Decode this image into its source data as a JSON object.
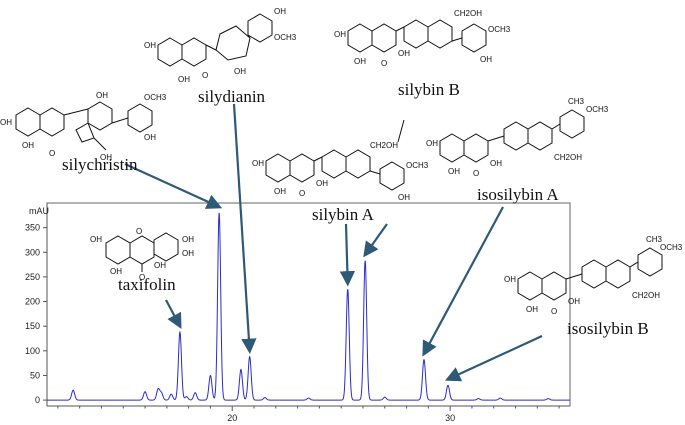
{
  "chart_data": {
    "type": "line",
    "title": "",
    "xlabel": "",
    "ylabel": "mAU",
    "x_ticks": [
      20,
      30
    ],
    "y_ticks": [
      0,
      50,
      100,
      150,
      200,
      250,
      300,
      350
    ],
    "xlim": [
      11.5,
      35.5
    ],
    "ylim": [
      -12,
      400
    ],
    "grid": false,
    "series": [
      {
        "color": "#2b2bcc",
        "peaks": [
          {
            "rt": 12.7,
            "height": 20
          },
          {
            "rt": 16.0,
            "height": 17
          },
          {
            "rt": 16.6,
            "height": 22
          },
          {
            "rt": 16.75,
            "height": 14
          },
          {
            "rt": 17.2,
            "height": 12
          },
          {
            "rt": 17.6,
            "height": 138
          },
          {
            "rt": 17.9,
            "height": 7
          },
          {
            "rt": 18.3,
            "height": 15
          },
          {
            "rt": 19.0,
            "height": 50
          },
          {
            "rt": 19.4,
            "height": 380
          },
          {
            "rt": 20.4,
            "height": 62
          },
          {
            "rt": 20.8,
            "height": 88
          },
          {
            "rt": 21.5,
            "height": 5
          },
          {
            "rt": 23.5,
            "height": 4
          },
          {
            "rt": 25.3,
            "height": 225
          },
          {
            "rt": 26.1,
            "height": 283
          },
          {
            "rt": 27.0,
            "height": 6
          },
          {
            "rt": 28.8,
            "height": 82
          },
          {
            "rt": 29.9,
            "height": 30
          },
          {
            "rt": 31.3,
            "height": 3
          },
          {
            "rt": 32.3,
            "height": 4
          },
          {
            "rt": 34.5,
            "height": 3
          }
        ]
      }
    ],
    "annotations": [
      {
        "label": "taxifolin",
        "peak_rt": 17.6
      },
      {
        "label": "silychristin",
        "peak_rt": 19.4
      },
      {
        "label": "silydianin",
        "peak_rt": 20.8
      },
      {
        "label": "silybin A",
        "peak_rt": 25.3
      },
      {
        "label": "silybin B",
        "peak_rt": 26.1
      },
      {
        "label": "isosilybin A",
        "peak_rt": 28.8
      },
      {
        "label": "isosilybin B",
        "peak_rt": 29.9
      }
    ]
  },
  "structures": {
    "atoms": {
      "hydroxyl": "OH",
      "oxygen": "O",
      "methoxy": "OCH3",
      "hydroxymethyl": "CH2OH",
      "methyl": "CH3"
    }
  },
  "colors": {
    "trace": "#2b2bcc",
    "arrow": "#2e5a78",
    "axis": "#555555"
  }
}
